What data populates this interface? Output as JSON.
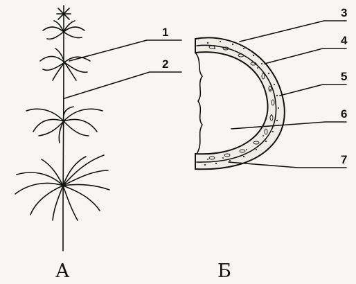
{
  "labels": {
    "n1": "1",
    "n2": "2",
    "n3": "3",
    "n4": "4",
    "n5": "5",
    "n6": "6",
    "n7": "7"
  },
  "panels": {
    "left": "А",
    "right": "Б"
  }
}
